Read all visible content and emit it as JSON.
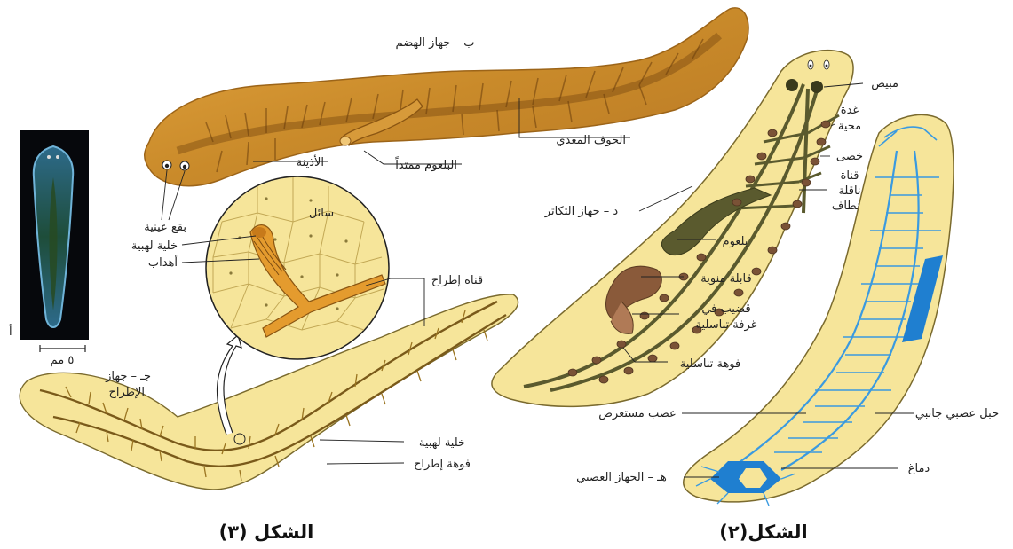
{
  "captions": {
    "fig3": "الشكل (٣)",
    "fig2": "الشكل(٢)"
  },
  "photo": {
    "letter": "أ",
    "scale": "٥ مم"
  },
  "digestive": {
    "title": "ب – جهاز الهضم",
    "auricle": "الأذينة",
    "eyespots": "بقع عينية",
    "pharynx_extended": "البلعوم ممتداً",
    "gut_cavity": "الجوف المعدي"
  },
  "excretory": {
    "title_line1": "جـ – جهاز",
    "title_line2": "الإطراح",
    "fluid": "سائل",
    "flame_cell": "خلية لهبية",
    "cilia": "أهداب",
    "excretory_canal": "قناة إطراح",
    "flame_cell_2": "خلية لهبية",
    "excretory_pore": "فوهة إطراح"
  },
  "reproductive": {
    "title": "د – جهاز التكاثر",
    "ovary": "مبيض",
    "yolk_gland_1": "غدة",
    "yolk_gland_2": "محية",
    "testes": "خصى",
    "vas_deferens_1": "قناة",
    "vas_deferens_2": "ناقلة",
    "vas_deferens_3": "للنطاف",
    "pharynx": "بلعوم",
    "seminal_receptacle": "قابلة منوية",
    "penis_1": "قضيب في",
    "penis_2": "غرفة تناسلية",
    "genital_pore": "فوهة تناسلية"
  },
  "nervous": {
    "title": "هـ – الجهاز العصبي",
    "transverse_nerve": "عصب مستعرض",
    "lateral_cord": "حبل عصبي جانبي",
    "brain": "دماغ"
  },
  "colors": {
    "body_tan": "#c98a2a",
    "yellow_fill": "#f6e59a",
    "olive": "#5a5a2e",
    "gonad_brown": "#7a5236",
    "nerve_blue": "#3a9ae0",
    "nerve_dark": "#1f7fd0"
  }
}
